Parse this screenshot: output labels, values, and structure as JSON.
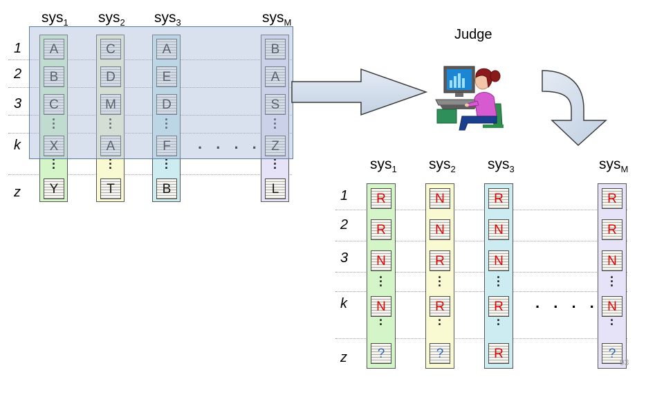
{
  "colors": {
    "col1": "#d4f5c8",
    "col2": "#fafad2",
    "col3": "#ccecf1",
    "colM": "#e6e2f7",
    "overlay": "#a8bcd6",
    "relevant_text": "#e00000",
    "unknown_text": "#2a64b8"
  },
  "top": {
    "headers": [
      {
        "base": "sys",
        "sub": "1"
      },
      {
        "base": "sys",
        "sub": "2"
      },
      {
        "base": "sys",
        "sub": "3"
      },
      {
        "base": "sys",
        "sub": "M"
      }
    ],
    "row_labels": [
      "1",
      "2",
      "3",
      "k",
      "z"
    ],
    "columns": [
      [
        "A",
        "B",
        "C",
        "X",
        "Y"
      ],
      [
        "C",
        "D",
        "M",
        "A",
        "T"
      ],
      [
        "A",
        "E",
        "D",
        "F",
        "B"
      ],
      [
        "B",
        "A",
        "S",
        "Z",
        "L"
      ]
    ],
    "ellipsis": ". . . ."
  },
  "judge": {
    "label": "Judge",
    "icon": "person-at-computer-icon"
  },
  "bottom": {
    "headers": [
      {
        "base": "sys",
        "sub": "1"
      },
      {
        "base": "sys",
        "sub": "2"
      },
      {
        "base": "sys",
        "sub": "3"
      },
      {
        "base": "sys",
        "sub": "M"
      }
    ],
    "row_labels": [
      "1",
      "2",
      "3",
      "k",
      "z"
    ],
    "columns": [
      [
        "R",
        "R",
        "N",
        "N",
        "?"
      ],
      [
        "N",
        "N",
        "R",
        "R",
        "?"
      ],
      [
        "R",
        "N",
        "N",
        "R",
        "R"
      ],
      [
        "R",
        "R",
        "N",
        "N",
        "?"
      ]
    ],
    "ellipsis": ". . . ."
  },
  "page_number": "93"
}
